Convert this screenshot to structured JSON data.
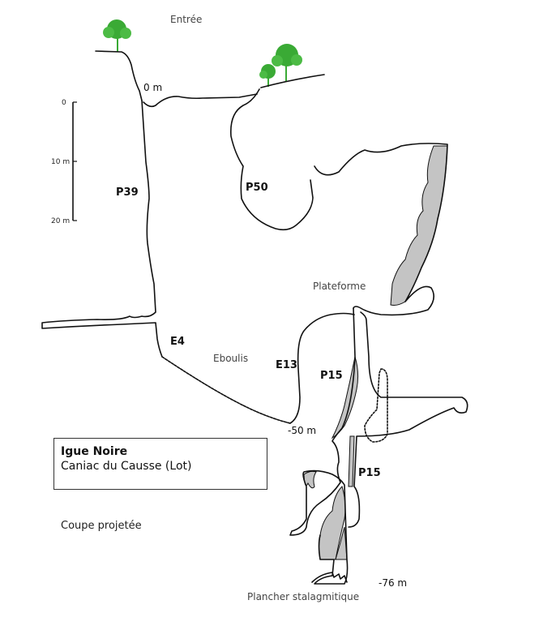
{
  "title": "Igue Noire",
  "location": "Caniac du Causse (Lot)",
  "caption": "Coupe projetée",
  "labels": {
    "entrance": "Entrée",
    "plateforme": "Plateforme",
    "eboulis": "Eboulis",
    "plancher": "Plancher stalagmitique"
  },
  "pitches": {
    "p39": "P39",
    "p50": "P50",
    "e4": "E4",
    "e13": "E13",
    "p15a": "P15",
    "p15b": "P15"
  },
  "depths": {
    "d0": "0 m",
    "d50": "-50 m",
    "d76": "-76 m"
  },
  "scale_bar": {
    "ticks": [
      "0",
      "10 m",
      "20 m"
    ]
  },
  "colors": {
    "tree": "#3aaa35",
    "rock": "#c4c4c4",
    "wall": "#111111"
  }
}
